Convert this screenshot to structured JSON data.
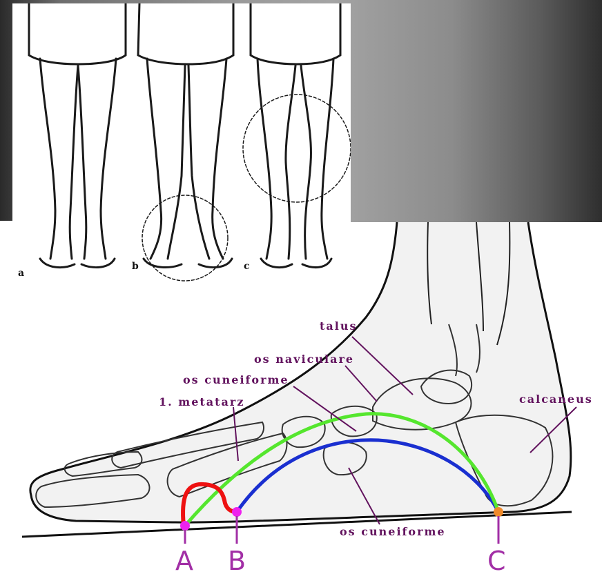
{
  "labels": {
    "talus": "talus",
    "os_naviculare": "os naviculare",
    "os_cuneiforme_top": "os cuneiforme",
    "metatarz": "1. metatarz",
    "calcaneus": "calcaneus",
    "os_cuneiforme_bottom": "os cuneiforme"
  },
  "points": {
    "a": "A",
    "b": "B",
    "c": "C"
  },
  "legs": {
    "a": "a",
    "b": "b",
    "c": "c"
  },
  "colors": {
    "label": "#62135e",
    "arch_green": "#55e62e",
    "arch_blue": "#1a2fd0",
    "arch_red": "#ee1111",
    "point_magenta": "#ee22ee",
    "point_orange": "#f08a2a"
  }
}
